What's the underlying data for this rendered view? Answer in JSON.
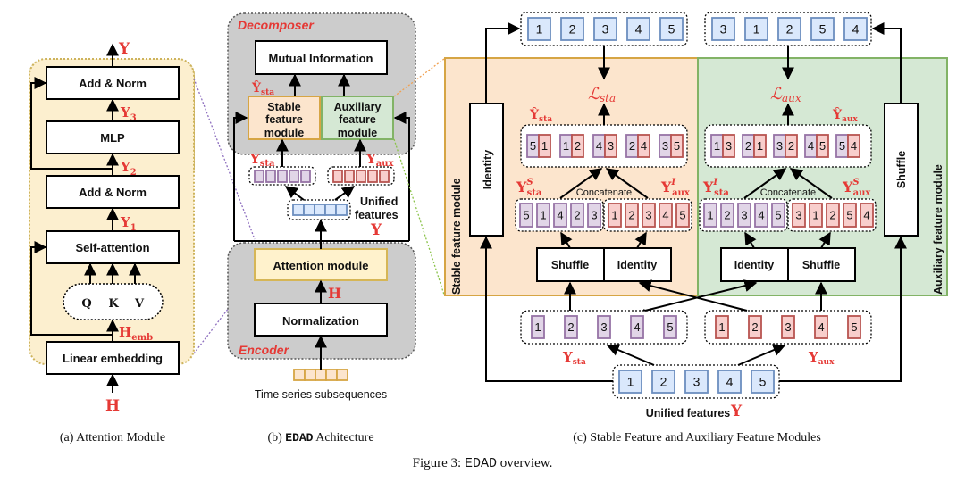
{
  "figure": {
    "caption_label": "Figure 3:",
    "caption_code": "EDAD",
    "caption_rest": "overview."
  },
  "panel_a": {
    "caption": "(a) Attention Module",
    "blocks": [
      "Add & Norm",
      "MLP",
      "Add & Norm",
      "Self-attention",
      "Linear embedding"
    ],
    "qkv": [
      "Q",
      "K",
      "V"
    ],
    "labels": {
      "out": "Y",
      "y3": "Y",
      "y3_sub": "3",
      "y2": "Y",
      "y2_sub": "2",
      "y1": "Y",
      "y1_sub": "1",
      "hemb": "H",
      "hemb_sub": "emb",
      "in": "H"
    }
  },
  "panel_b": {
    "caption_prefix": "(b)",
    "caption_code": "EDAD",
    "caption_rest": "Achitecture",
    "decomposer_label": "Decomposer",
    "encoder_label": "Encoder",
    "mutual_info": "Mutual Information",
    "stable_module": [
      "Stable",
      "feature",
      "module"
    ],
    "aux_module": [
      "Auxiliary",
      "feature",
      "module"
    ],
    "attention_module": "Attention module",
    "normalization": "Normalization",
    "unified_label": [
      "Unified",
      "features"
    ],
    "input_label": "Time series subsequences",
    "labels": {
      "yhat_sta": "Ŷ",
      "sta": "sta",
      "aux": "aux",
      "y": "Y",
      "h": "H"
    }
  },
  "panel_c": {
    "caption": "(c) Stable Feature and Auxiliary Feature Modules",
    "stable_region_label": "Stable feature module",
    "aux_region_label": "Auxiliary feature module",
    "identity_label": "Identity",
    "shuffle_label": "Shuffle",
    "concatenate_label": "Concatenate",
    "unified_label": "Unified features",
    "top_left_seq": [
      "1",
      "2",
      "3",
      "4",
      "5"
    ],
    "top_right_seq": [
      "3",
      "1",
      "2",
      "5",
      "4"
    ],
    "yhat_sta_pairs": [
      [
        "5",
        "1"
      ],
      [
        "1",
        "2"
      ],
      [
        "4",
        "3"
      ],
      [
        "2",
        "4"
      ],
      [
        "3",
        "5"
      ]
    ],
    "yhat_aux_pairs": [
      [
        "1",
        "3"
      ],
      [
        "2",
        "1"
      ],
      [
        "3",
        "2"
      ],
      [
        "4",
        "5"
      ],
      [
        "5",
        "4"
      ]
    ],
    "ysta_s": [
      "5",
      "1",
      "4",
      "2",
      "3"
    ],
    "yaux_i": [
      "1",
      "2",
      "3",
      "4",
      "5"
    ],
    "ysta_i": [
      "1",
      "2",
      "3",
      "4",
      "5"
    ],
    "yaux_s": [
      "3",
      "1",
      "2",
      "5",
      "4"
    ],
    "ysta_seq": [
      "1",
      "2",
      "3",
      "4",
      "5"
    ],
    "yaux_seq": [
      "1",
      "2",
      "3",
      "4",
      "5"
    ],
    "unified_seq": [
      "1",
      "2",
      "3",
      "4",
      "5"
    ],
    "labels": {
      "L": "ℒ",
      "sta": "sta",
      "aux": "aux",
      "Y": "Y",
      "Yhat": "Ŷ",
      "S": "S",
      "I": "I"
    }
  },
  "colors": {
    "blue_fill": "#dae8fc",
    "blue_stroke": "#6c8ebf",
    "purple_fill": "#e1d5e7",
    "purple_stroke": "#9673a6",
    "red_fill": "#f8cecc",
    "red_stroke": "#b85450",
    "orange_fill": "#fce5cd",
    "orange_stroke": "#d6a544",
    "green_fill": "#d5e8d4",
    "green_stroke": "#82b366",
    "yellow_fill": "#fff2cc",
    "gray_fill": "#cccccc",
    "accent_red": "#e53935"
  }
}
